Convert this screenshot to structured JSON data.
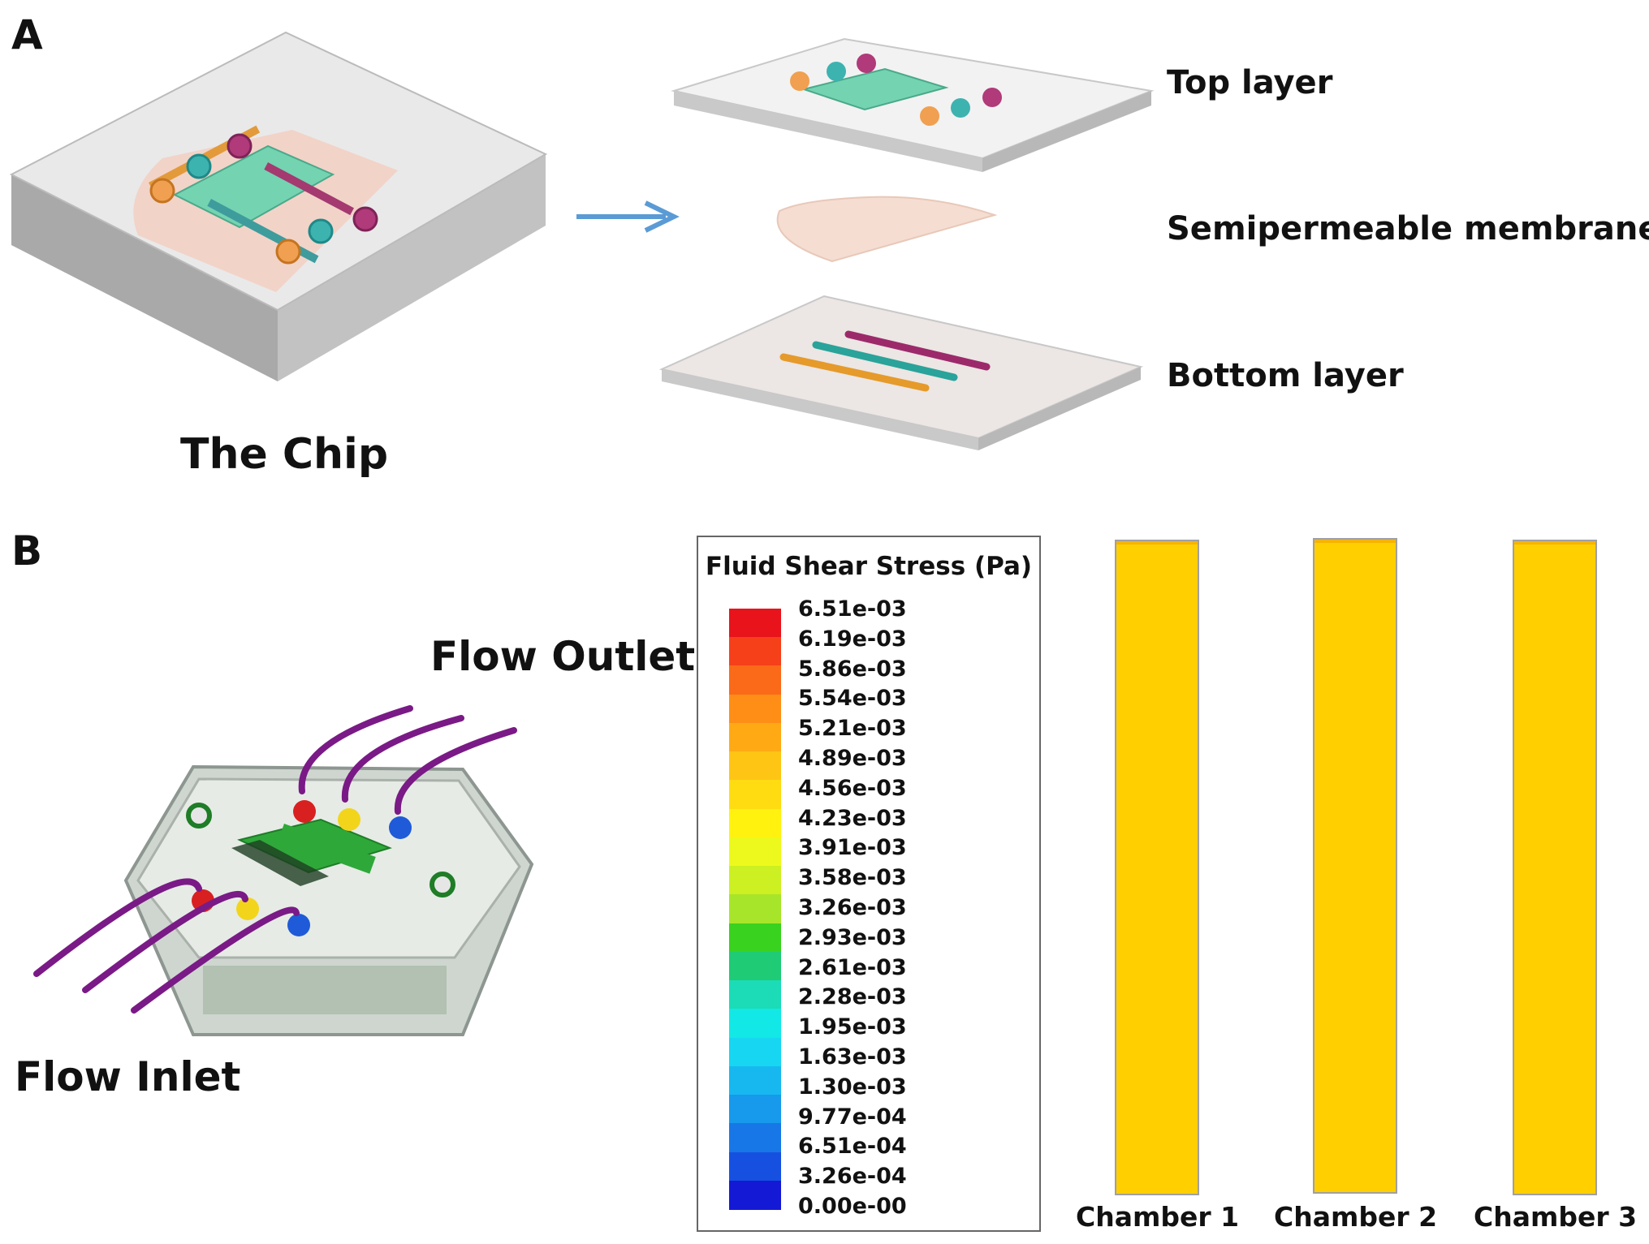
{
  "panel_a": {
    "letter": "A",
    "chip_caption": "The Chip",
    "layers": [
      "Top layer",
      "Semipermeable membrane",
      "Bottom layer"
    ]
  },
  "panel_b": {
    "letter": "B",
    "flow_outlet": "Flow Outlet",
    "flow_inlet": "Flow Inlet",
    "legend": {
      "title": "Fluid Shear Stress (Pa)",
      "ticks": [
        "6.51e-03",
        "6.19e-03",
        "5.86e-03",
        "5.54e-03",
        "5.21e-03",
        "4.89e-03",
        "4.56e-03",
        "4.23e-03",
        "3.91e-03",
        "3.58e-03",
        "3.26e-03",
        "2.93e-03",
        "2.61e-03",
        "2.28e-03",
        "1.95e-03",
        "1.63e-03",
        "1.30e-03",
        "9.77e-04",
        "6.51e-04",
        "3.26e-04",
        "0.00e-00"
      ],
      "colors": [
        "#E8131B",
        "#F5401A",
        "#FA6A18",
        "#FF8E17",
        "#FFAA14",
        "#FFC515",
        "#FFDC12",
        "#FFF20E",
        "#EDF91C",
        "#CCF021",
        "#A7E52A",
        "#39D21F",
        "#1FCC75",
        "#1BDCB6",
        "#12E8E5",
        "#16D6F2",
        "#17B8F0",
        "#1799EC",
        "#1877E6",
        "#1550E0",
        "#1419D6"
      ]
    },
    "chambers": [
      "Chamber 1",
      "Chamber 2",
      "Chamber 3"
    ]
  }
}
